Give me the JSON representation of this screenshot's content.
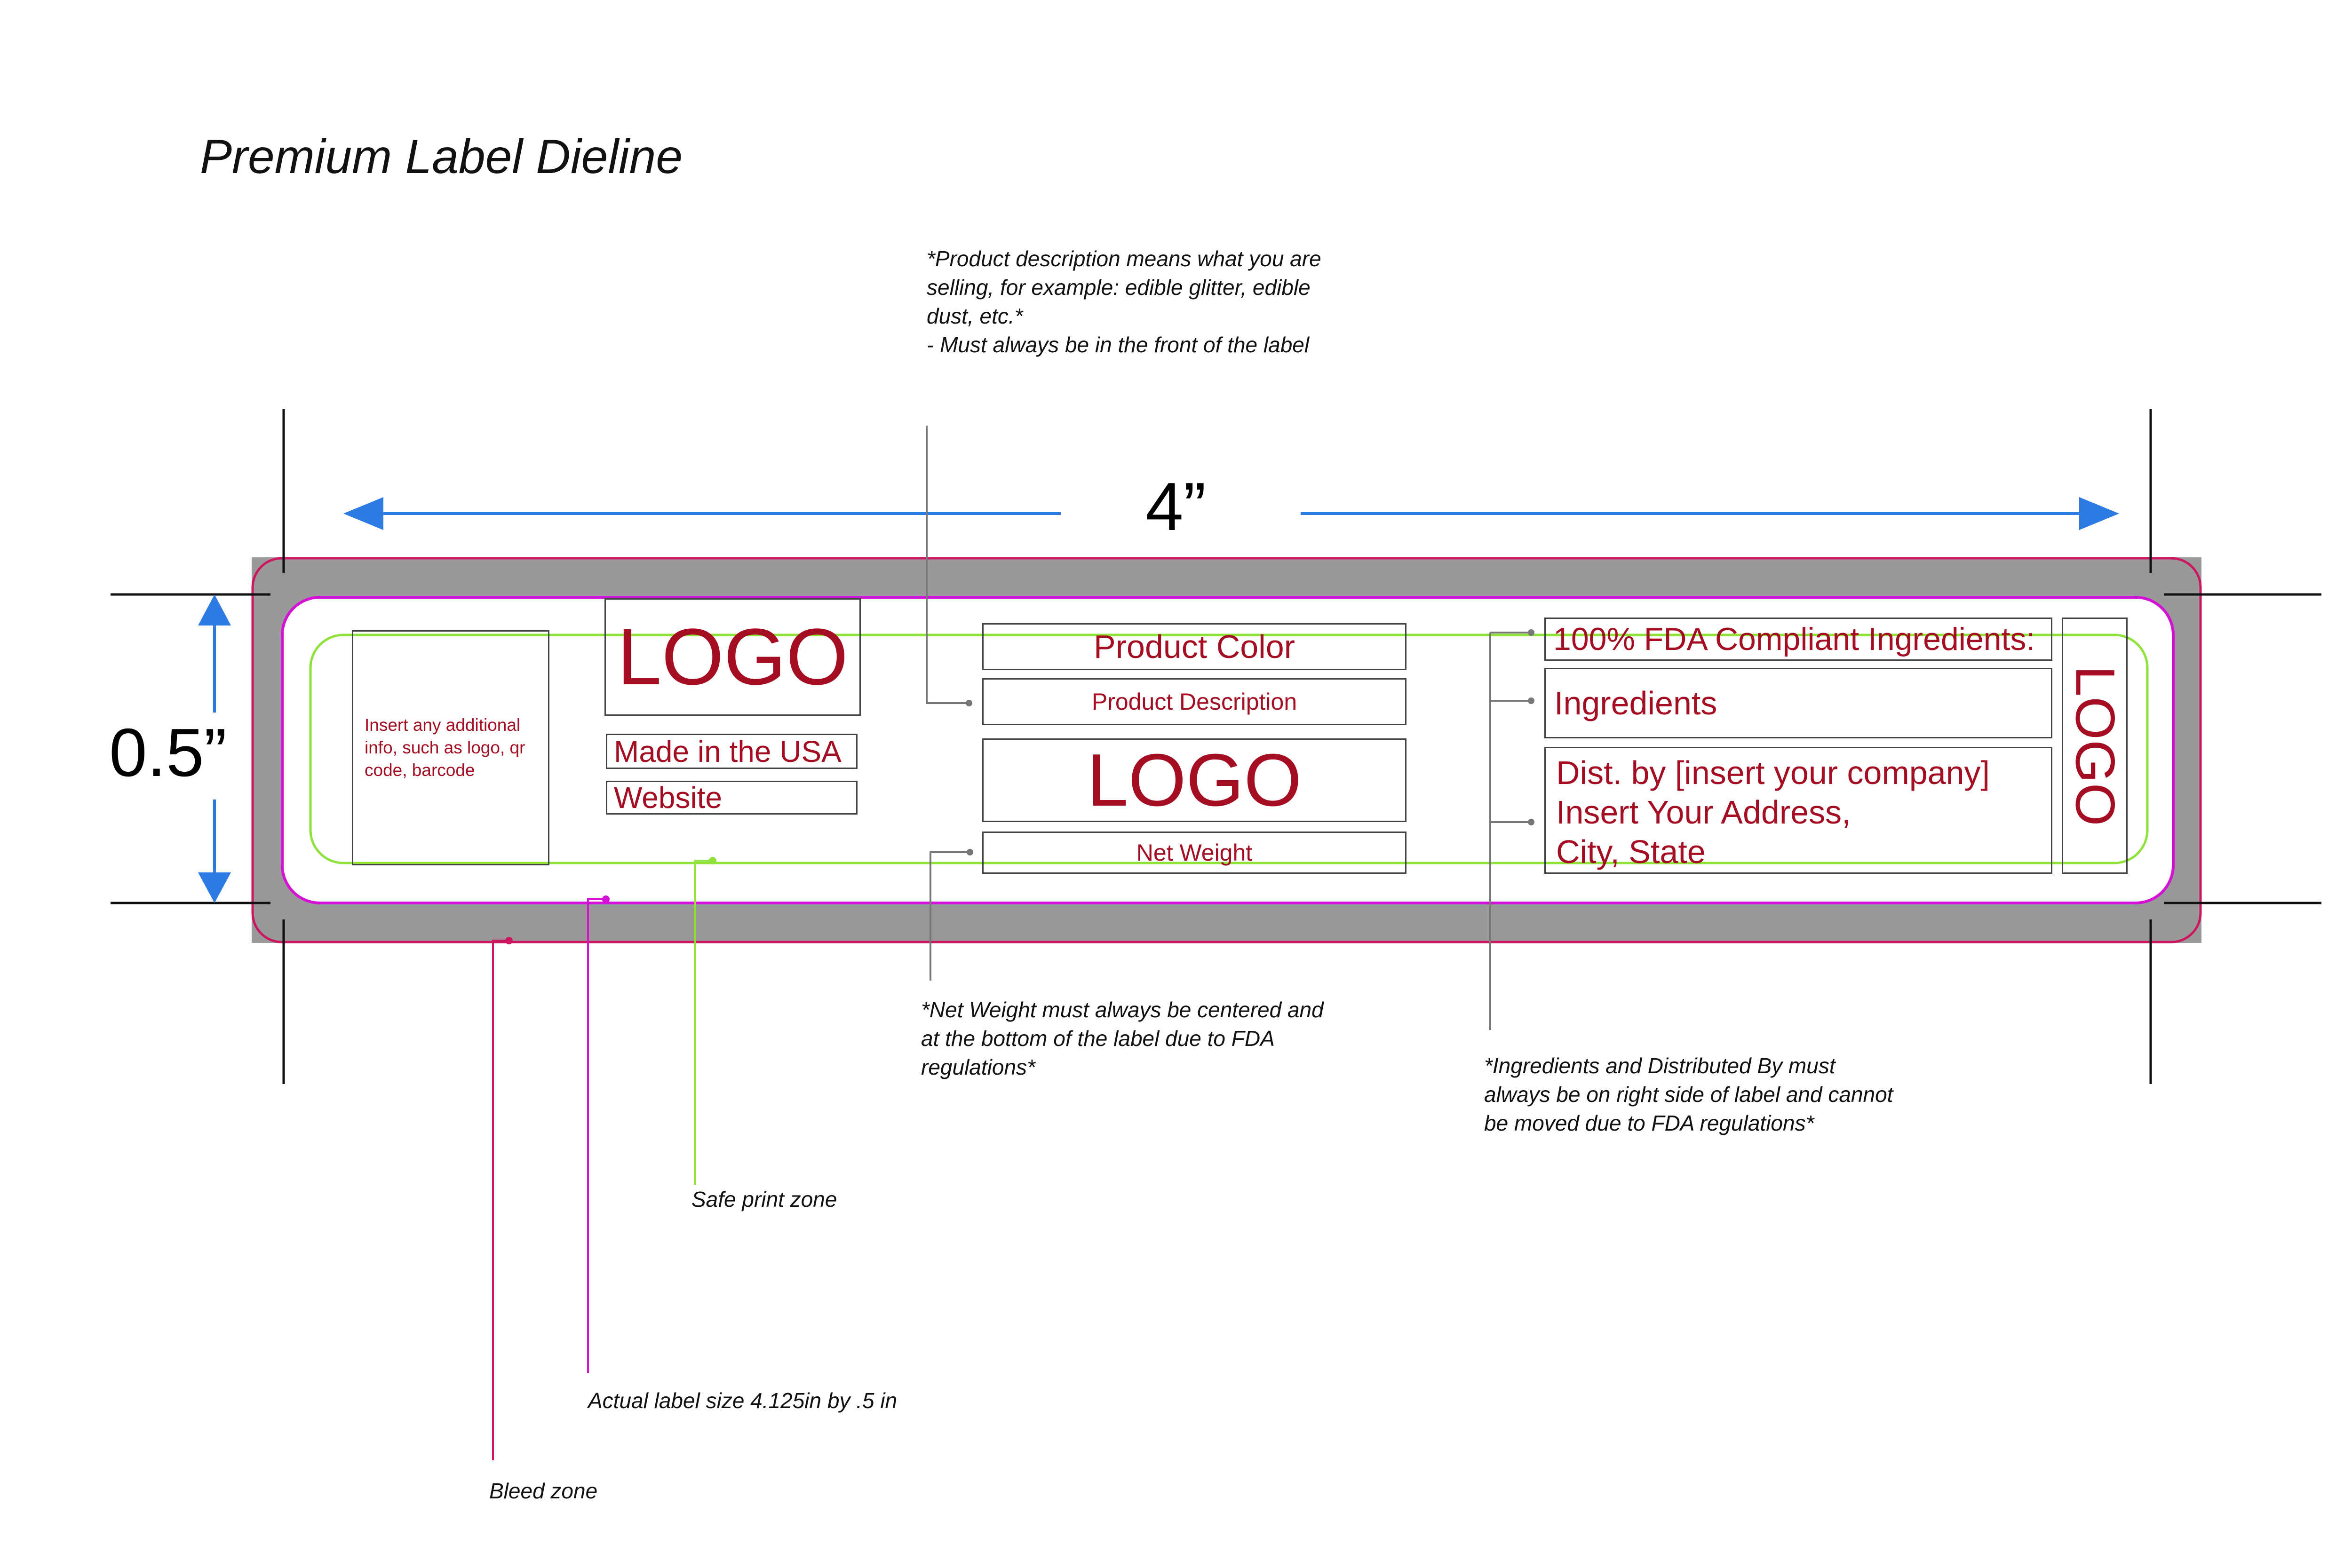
{
  "title": "Premium Label Dieline",
  "dimensions": {
    "width": "4”",
    "height": "0.5”"
  },
  "colors": {
    "bleed": "#cc1760",
    "label_edge": "#d411d4",
    "safe_zone": "#8ee23a",
    "grey_area": "#999999",
    "arrow": "#2b7be3",
    "field_text": "#a50d22",
    "leader": "#777777"
  },
  "notes": {
    "product_description": "*Product description means what you are\nselling, for example: edible glitter, edible\ndust, etc.*\n- Must always be in the front of the label",
    "net_weight": "*Net Weight must always be centered and\nat the bottom of the label due to FDA\nregulations*",
    "ingredients": "*Ingredients and Distributed By must\nalways be on right side of label and cannot\nbe moved due to FDA regulations*",
    "safe_print_zone": "Safe print zone",
    "actual_label_size": "Actual label size 4.125in by .5 in",
    "bleed_zone": "Bleed zone"
  },
  "fields": {
    "additional_info": "Insert any additional\ninfo, such as logo, qr\ncode, barcode",
    "logo_left": "LOGO",
    "made_in_usa": "Made in the USA",
    "website": "Website",
    "product_color": "Product Color",
    "product_description": "Product Description",
    "logo_center": "LOGO",
    "net_weight": "Net Weight",
    "fda_compliant": "100% FDA Compliant Ingredients:",
    "ingredients": "Ingredients",
    "distributor": "Dist. by [insert your company]\nInsert Your Address,\nCity, State",
    "logo_right": "LOGO"
  }
}
